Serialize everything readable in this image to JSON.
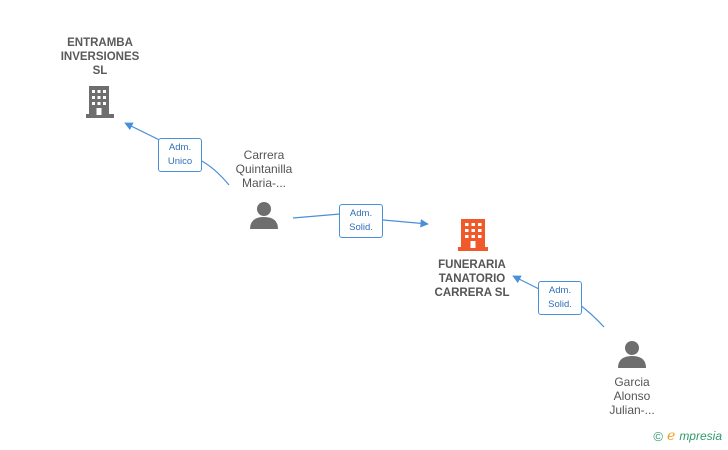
{
  "nodes": {
    "entramba": {
      "lines": [
        "ENTRAMBA",
        "INVERSIONES",
        "SL"
      ],
      "type": "company",
      "color": "#6e6e6e"
    },
    "funeraria": {
      "lines": [
        "FUNERARIA",
        "TANATORIO",
        "CARRERA  SL"
      ],
      "type": "company",
      "color": "#f05a2a"
    },
    "carrera": {
      "lines": [
        "Carrera",
        "Quintanilla",
        "Maria-..."
      ],
      "type": "person",
      "color": "#6e6e6e"
    },
    "garcia": {
      "lines": [
        "Garcia",
        "Alonso",
        "Julian-..."
      ],
      "type": "person",
      "color": "#6e6e6e"
    }
  },
  "edges": [
    {
      "from": "carrera",
      "to": "entramba",
      "label": [
        "Adm.",
        "Unico"
      ]
    },
    {
      "from": "carrera",
      "to": "funeraria",
      "label": [
        "Adm.",
        "Solid."
      ]
    },
    {
      "from": "garcia",
      "to": "funeraria",
      "label": [
        "Adm.",
        "Solid."
      ]
    }
  ],
  "colors": {
    "edge": "#4a90d9",
    "badge_text": "#2f6fb8"
  },
  "brand": {
    "copyright": "©",
    "initial": "e",
    "rest": "mpresia"
  }
}
